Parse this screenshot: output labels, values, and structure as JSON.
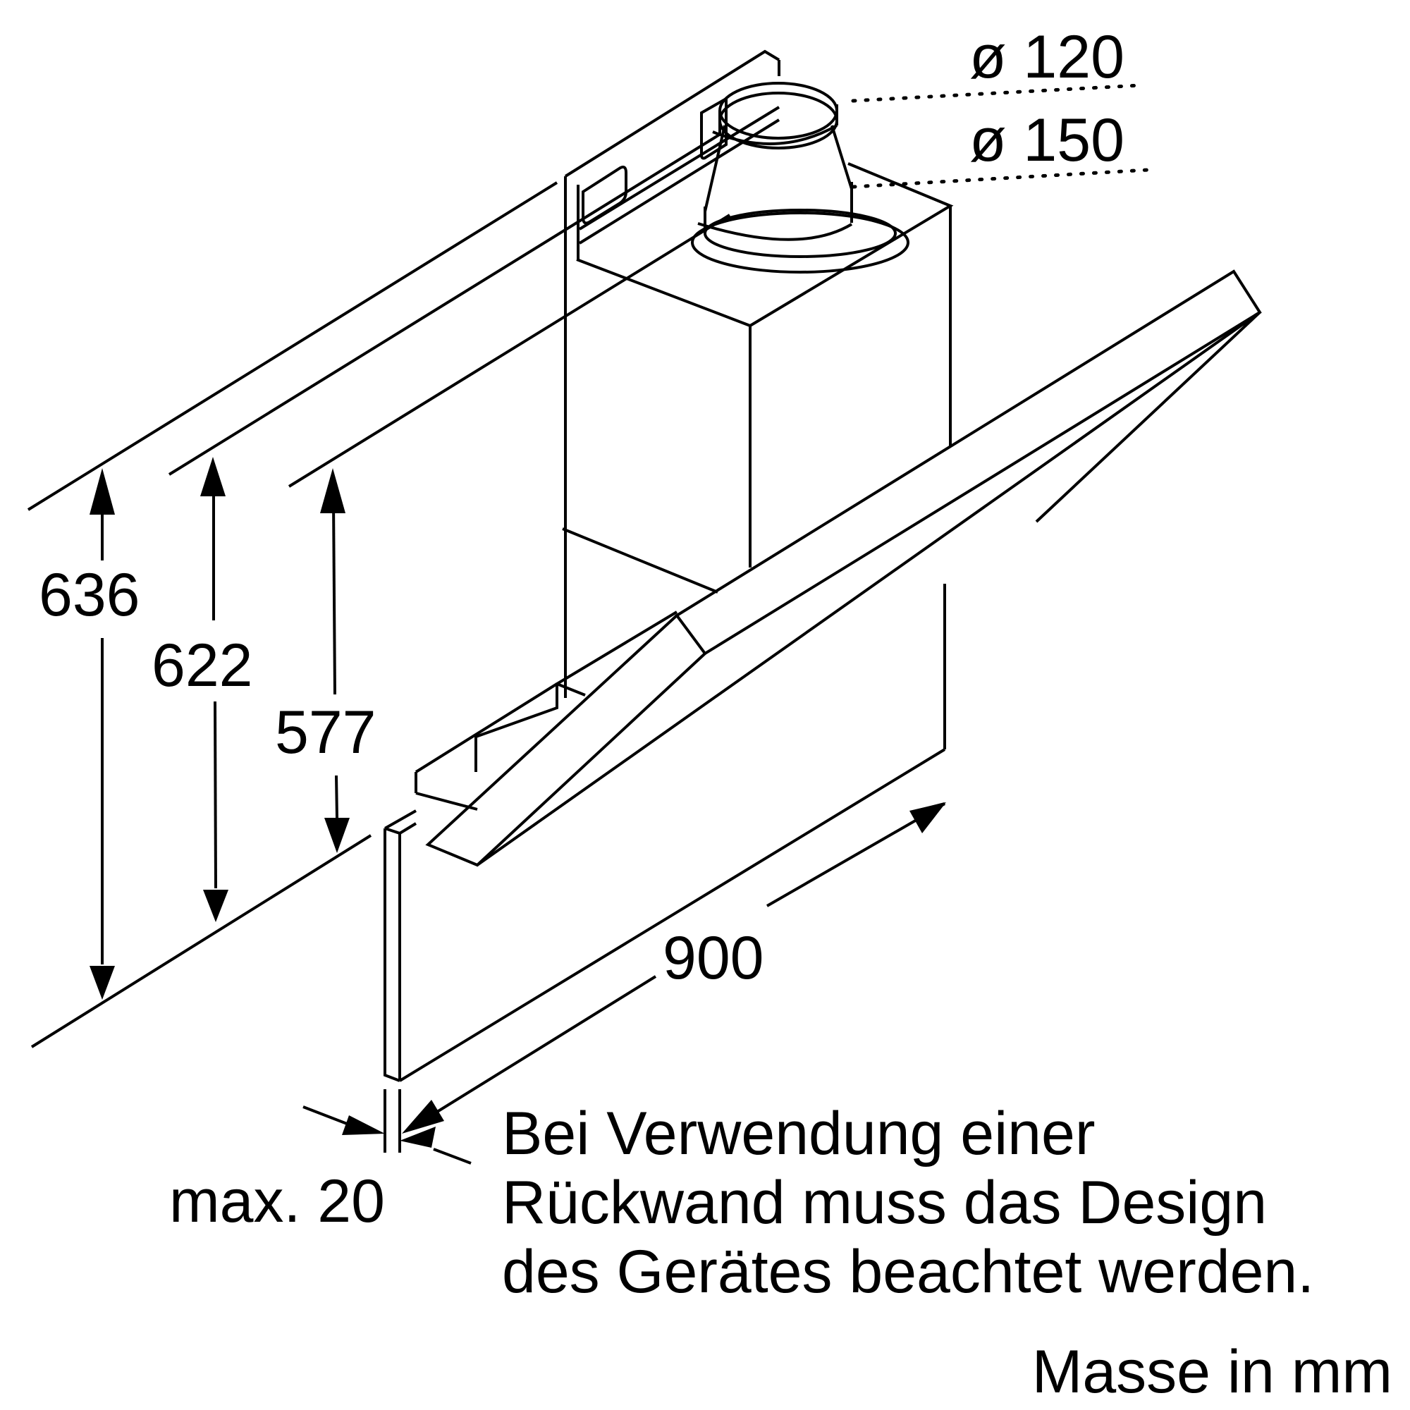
{
  "diagram": {
    "dimensions": {
      "dia_120": "ø 120",
      "dia_150": "ø 150",
      "h_636": "636",
      "h_622": "622",
      "h_577": "577",
      "w_900": "900",
      "max_20": "max. 20"
    },
    "note": {
      "line1": "Bei Verwendung einer",
      "line2": "Rückwand muss das Design",
      "line3": "des Gerätes beachtet werden."
    },
    "units": "Masse in mm"
  }
}
